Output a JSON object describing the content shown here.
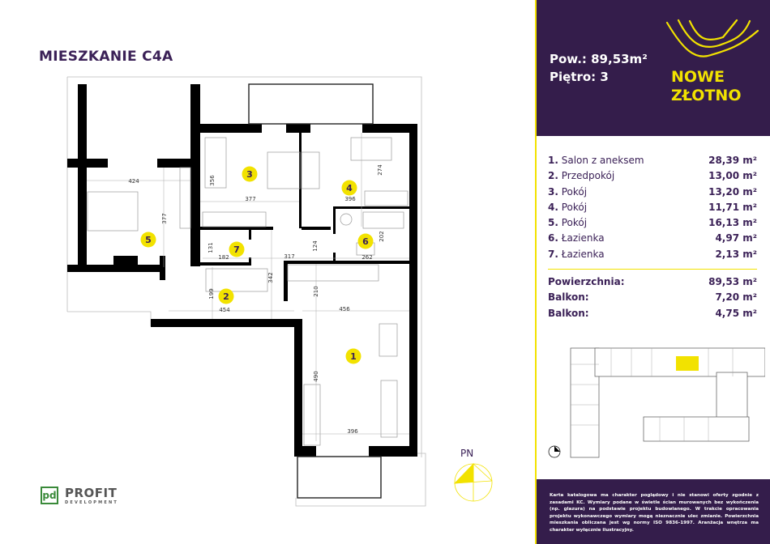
{
  "title": "MIESZKANIE C4A",
  "header": {
    "area_label": "Pow.: 89,53m²",
    "floor_label": "Piętro: 3",
    "brand_line1": "NOWE",
    "brand_line2": "ZŁOTNO"
  },
  "rooms": [
    {
      "num": "1.",
      "name": "Salon z aneksem",
      "area": "28,39 m²"
    },
    {
      "num": "2.",
      "name": "Przedpokój",
      "area": "13,00 m²"
    },
    {
      "num": "3.",
      "name": "Pokój",
      "area": "13,20 m²"
    },
    {
      "num": "4.",
      "name": "Pokój",
      "area": "11,71 m²"
    },
    {
      "num": "5.",
      "name": "Pokój",
      "area": "16,13 m²"
    },
    {
      "num": "6.",
      "name": "Łazienka",
      "area": "4,97 m²"
    },
    {
      "num": "7.",
      "name": "Łazienka",
      "area": "2,13 m²"
    }
  ],
  "summary": [
    {
      "label": "Powierzchnia:",
      "value": "89,53 m²"
    },
    {
      "label": "Balkon:",
      "value": "7,20 m²"
    },
    {
      "label": "Balkon:",
      "value": "4,75 m²"
    }
  ],
  "plan": {
    "room_numbers": [
      "1",
      "2",
      "3",
      "4",
      "5",
      "6",
      "7"
    ],
    "dims": [
      "424",
      "377",
      "356",
      "377",
      "274",
      "396",
      "131",
      "182",
      "317",
      "124",
      "202",
      "262",
      "199",
      "454",
      "342",
      "210",
      "456",
      "490",
      "396"
    ],
    "compass": "PN"
  },
  "disclaimer": "Karta katalogowa ma charakter poglądowy i nie stanowi oferty zgodnie z zasadami KC. Wymiary podane w świetle ścian murowanych bez wykończenia (np. glazura) na podstawie projektu budowlanego. W trakcie opracowania projektu wykonawczego wymiary mogą nieznacznie ulec zmianie. Powierzchnia mieszkania obliczana jest wg normy ISO 9836-1997. Aranżacja wnętrza ma charakter wyłącznie ilustracyjny.",
  "developer": {
    "logo_mark": "pd",
    "name": "PROFIT",
    "sub": "DEVELOPMENT"
  },
  "colors": {
    "purple": "#341d4b",
    "yellow": "#f2e200"
  }
}
